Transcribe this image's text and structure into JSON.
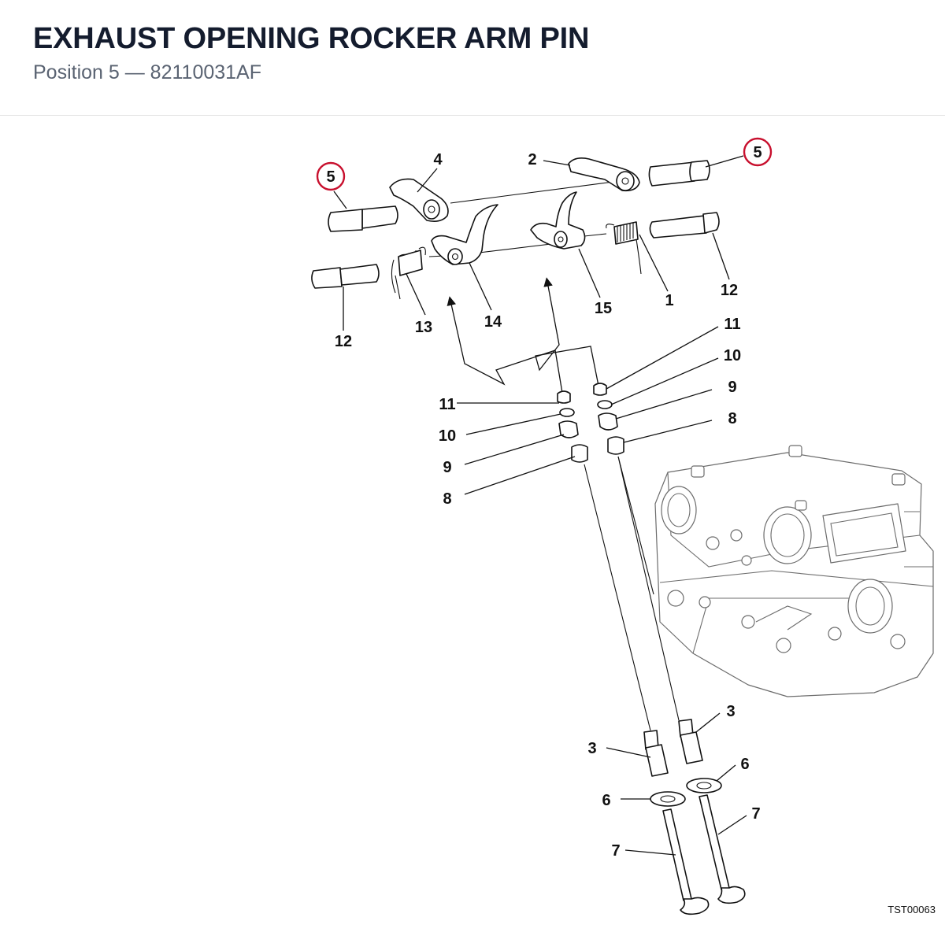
{
  "header": {
    "title": "EXHAUST OPENING ROCKER ARM PIN",
    "subtitle": "Position 5 — 82110031AF"
  },
  "diagram": {
    "highlight_color": "#c8102e",
    "drawing_ref": "TST00063",
    "labels": {
      "l5a": "5",
      "l5b": "5",
      "l4": "4",
      "l2": "2",
      "l12a": "12",
      "l12b": "12",
      "l13": "13",
      "l14": "14",
      "l15": "15",
      "l1": "1",
      "l11a": "11",
      "l11b": "11",
      "l10a": "10",
      "l10b": "10",
      "l9a": "9",
      "l9b": "9",
      "l8a": "8",
      "l8b": "8",
      "l3a": "3",
      "l3b": "3",
      "l6a": "6",
      "l6b": "6",
      "l7a": "7",
      "l7b": "7"
    }
  }
}
